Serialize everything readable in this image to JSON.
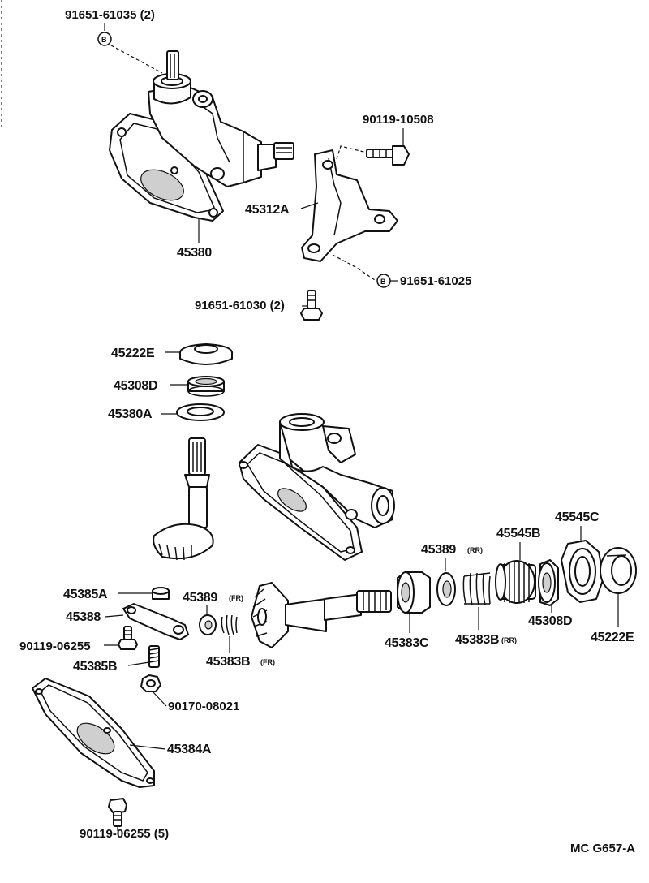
{
  "parts": {
    "p_91651_61035": "91651-61035 (2)",
    "marker_b_top": "B",
    "p_90119_10508": "90119-10508",
    "p_45312A": "45312A",
    "p_45380": "45380",
    "marker_b_right": "B",
    "p_91651_61025": "91651-61025",
    "p_91651_61030": "91651-61030 (2)",
    "p_45222E_top": "45222E",
    "p_45308D_top": "45308D",
    "p_45380A": "45380A",
    "p_45545C": "45545C",
    "p_45389_rr": "45389",
    "p_45389_rr_suffix": "(RR)",
    "p_45545B": "45545B",
    "p_45385A": "45385A",
    "p_45389_fr": "45389",
    "p_45389_fr_suffix": "(FR)",
    "p_45388": "45388",
    "p_90119_06255_a": "90119-06255",
    "p_45383C": "45383C",
    "p_45383B_rr": "45383B",
    "p_45383B_rr_suffix": "(RR)",
    "p_45308D_right": "45308D",
    "p_45222E_right": "45222E",
    "p_45385B": "45385B",
    "p_45383B_fr": "45383B",
    "p_45383B_fr_suffix": "(FR)",
    "p_90170_08021": "90170-08021",
    "p_45384A": "45384A",
    "p_90119_06255_b": "90119-06255  (5)"
  },
  "diagram_code": "MC G657-A"
}
